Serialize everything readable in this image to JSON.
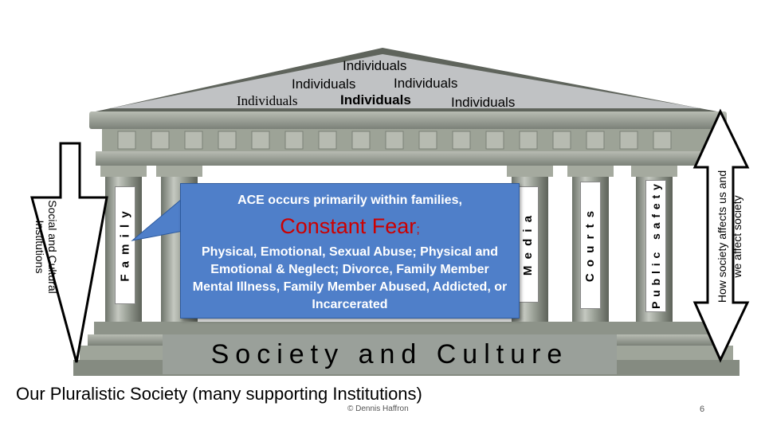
{
  "roof": {
    "labels": [
      "Individuals",
      "Individuals",
      "Individuals",
      "Individuals",
      "Individuals",
      "Individuals"
    ]
  },
  "pillars": {
    "family": "F a m i l y",
    "media": "M e d i a",
    "courts": "C o u r t s",
    "public_safety": "P u b l i c   s a f e t y"
  },
  "callout": {
    "line1": "ACE occurs primarily within families,",
    "headline": "Constant Fear",
    "headline_suffix": ";",
    "body": "Physical, Emotional, Sexual Abuse; Physical and Emotional & Neglect; Divorce, Family Member Mental Illness, Family Member Abused, Addicted, or Incarcerated"
  },
  "left_arrow": {
    "label": "Social and Cultural Institutions"
  },
  "right_arrow": {
    "label": "How society affects us and we affect society"
  },
  "base": {
    "label": "Society and Culture"
  },
  "footer": {
    "caption": "Our Pluralistic Society (many supporting Institutions)",
    "copyright": "© Dennis Haffron",
    "page_number": "6"
  },
  "colors": {
    "stone": "#8f968c",
    "stone_light": "#c9cdc5",
    "stone_dark": "#5c6159",
    "roof_fill": "#c0c2c4",
    "callout_fill": "#4f7fc9",
    "headline": "#cc0000"
  }
}
